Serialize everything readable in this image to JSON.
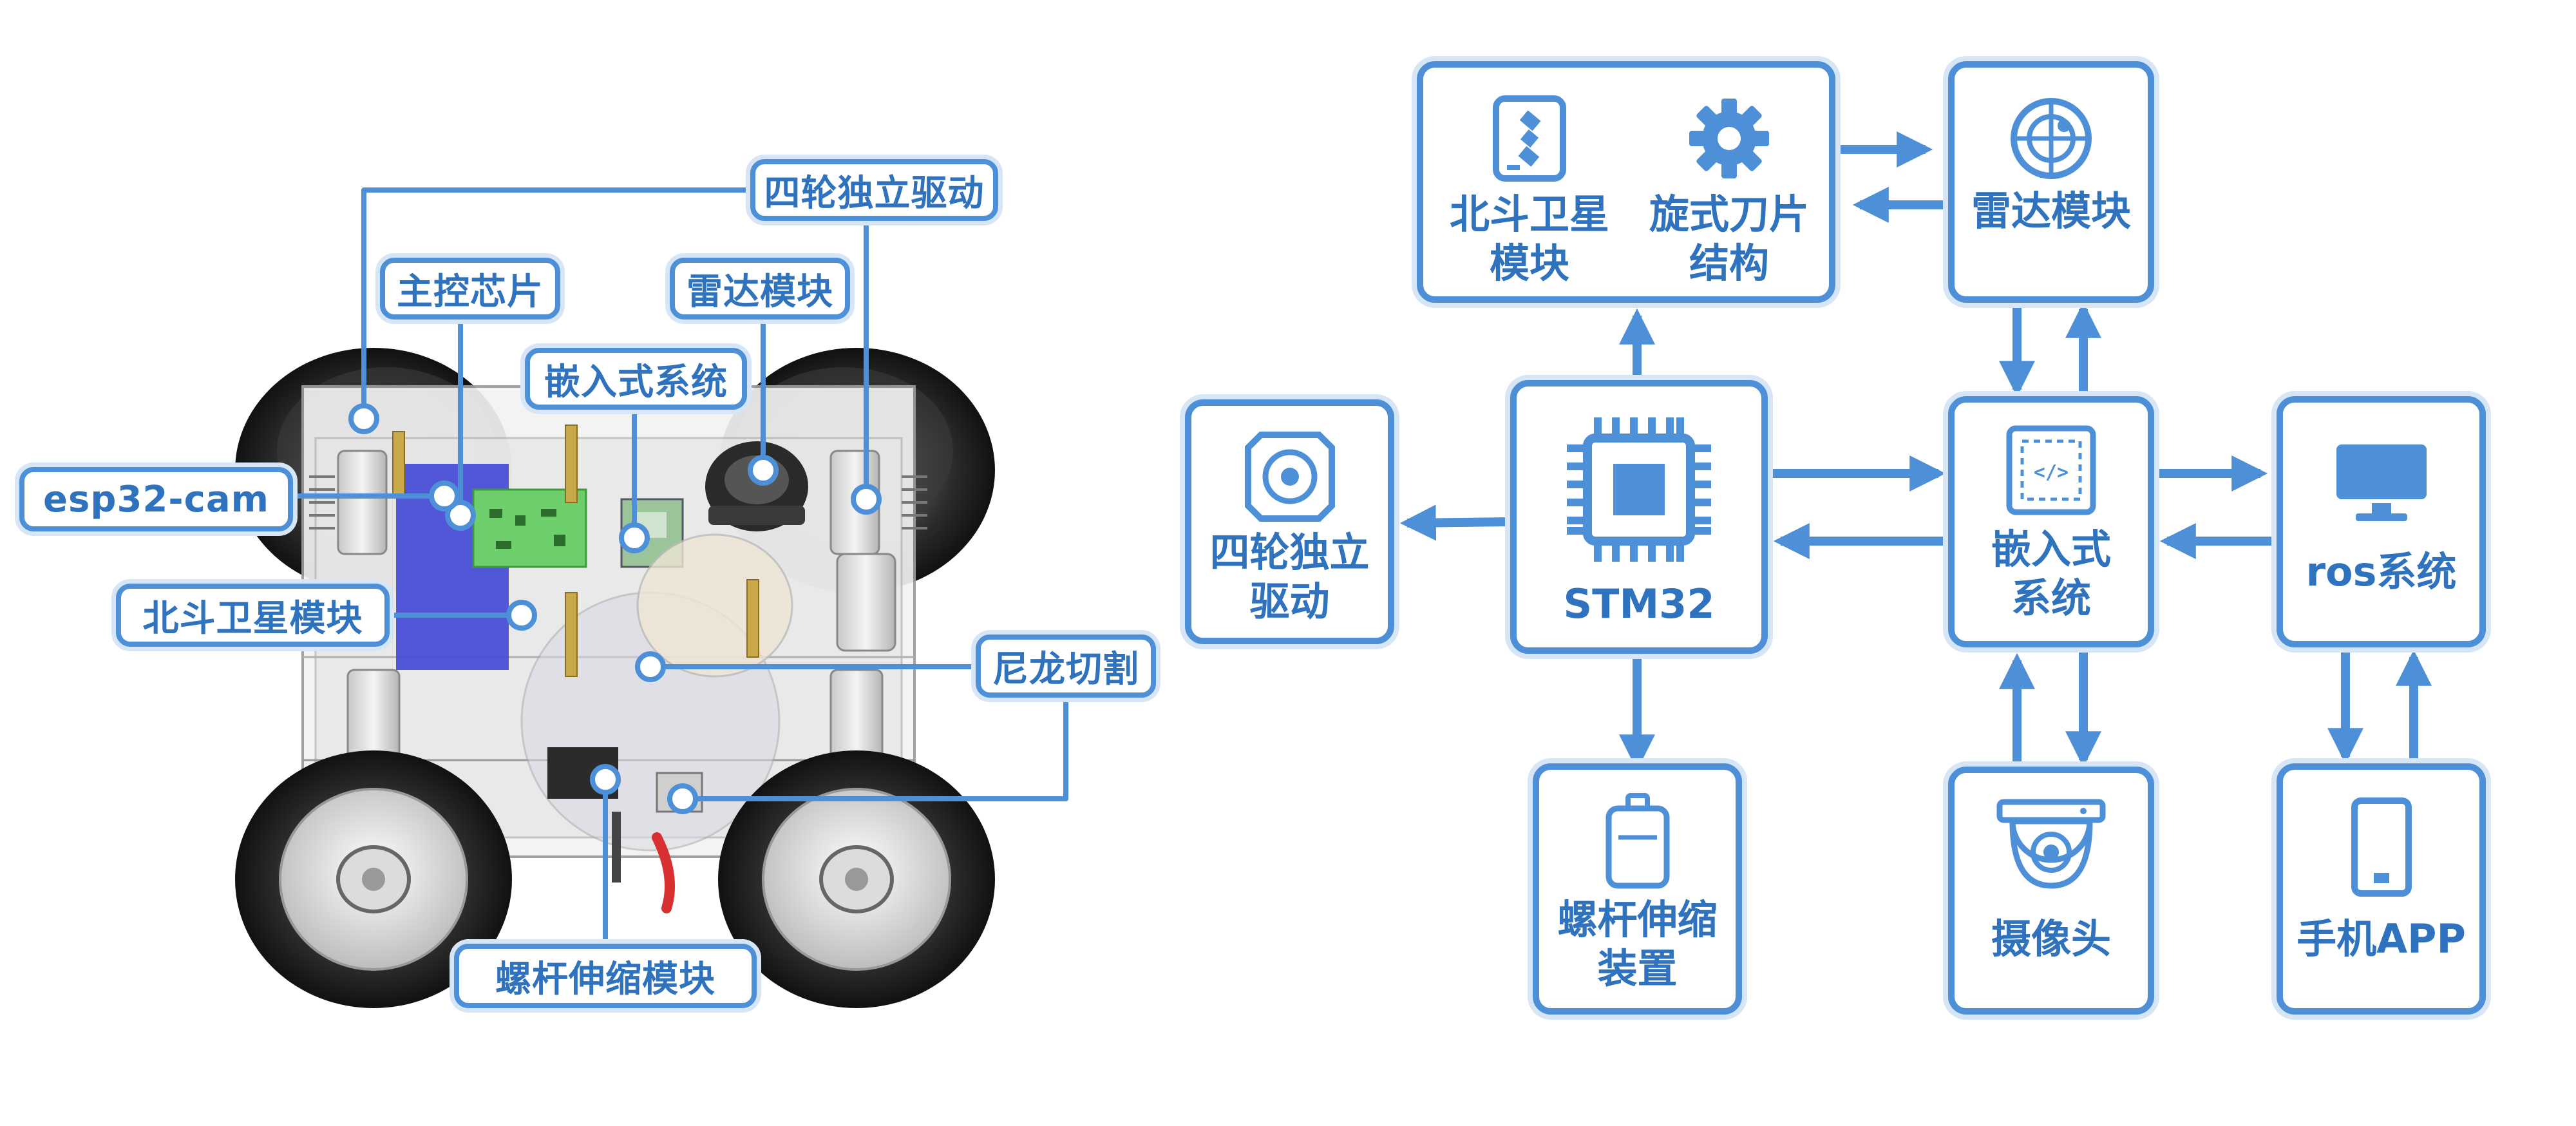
{
  "left_callouts": {
    "drive": "四轮独立驱动",
    "main_chip": "主控芯片",
    "radar": "雷达模块",
    "embedded": "嵌入式系统",
    "esp32": "esp32-cam",
    "beidou": "北斗卫星模块",
    "nylon": "尼龙切割",
    "screw": "螺杆伸缩模块"
  },
  "nodes": {
    "beidou": "北斗卫星\n模块",
    "blade": "旋式刀片\n结构",
    "radar": "雷达模块",
    "drive": "四轮独立\n驱动",
    "stm32": "STM32",
    "embedded": "嵌入式\n系统",
    "ros": "ros系统",
    "screw": "螺杆伸缩\n装置",
    "camera": "摄像头",
    "phone": "手机APP"
  },
  "colors": {
    "accent": "#4d90d8",
    "text": "#2f72bd",
    "halo": "#d6e6f6",
    "robot_board_blue": "#4a4fd6",
    "robot_pcb_green": "#6ccf6c",
    "wire_red": "#d83030"
  },
  "icons": [
    "satellite-icon",
    "gear-icon",
    "radar-icon",
    "motor-icon",
    "cpu-chip-icon",
    "code-board-icon",
    "monitor-icon",
    "battery-icon",
    "camera-icon",
    "phone-icon"
  ]
}
